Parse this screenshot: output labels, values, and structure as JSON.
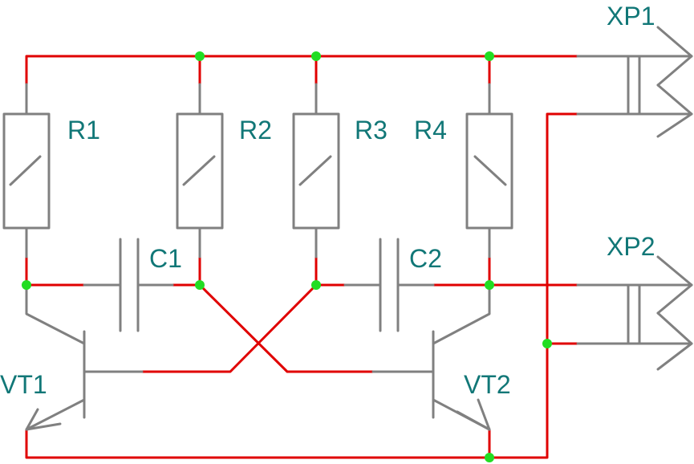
{
  "labels": {
    "r1": "R1",
    "r2": "R2",
    "r3": "R3",
    "r4": "R4",
    "c1": "C1",
    "c2": "C2",
    "vt1": "VT1",
    "vt2": "VT2",
    "xp1": "XP1",
    "xp2": "XP2"
  },
  "colors": {
    "wire": "#e00000",
    "component": "#808080",
    "junction": "#22dd22",
    "label": "#117777",
    "background": "#ffffff"
  }
}
